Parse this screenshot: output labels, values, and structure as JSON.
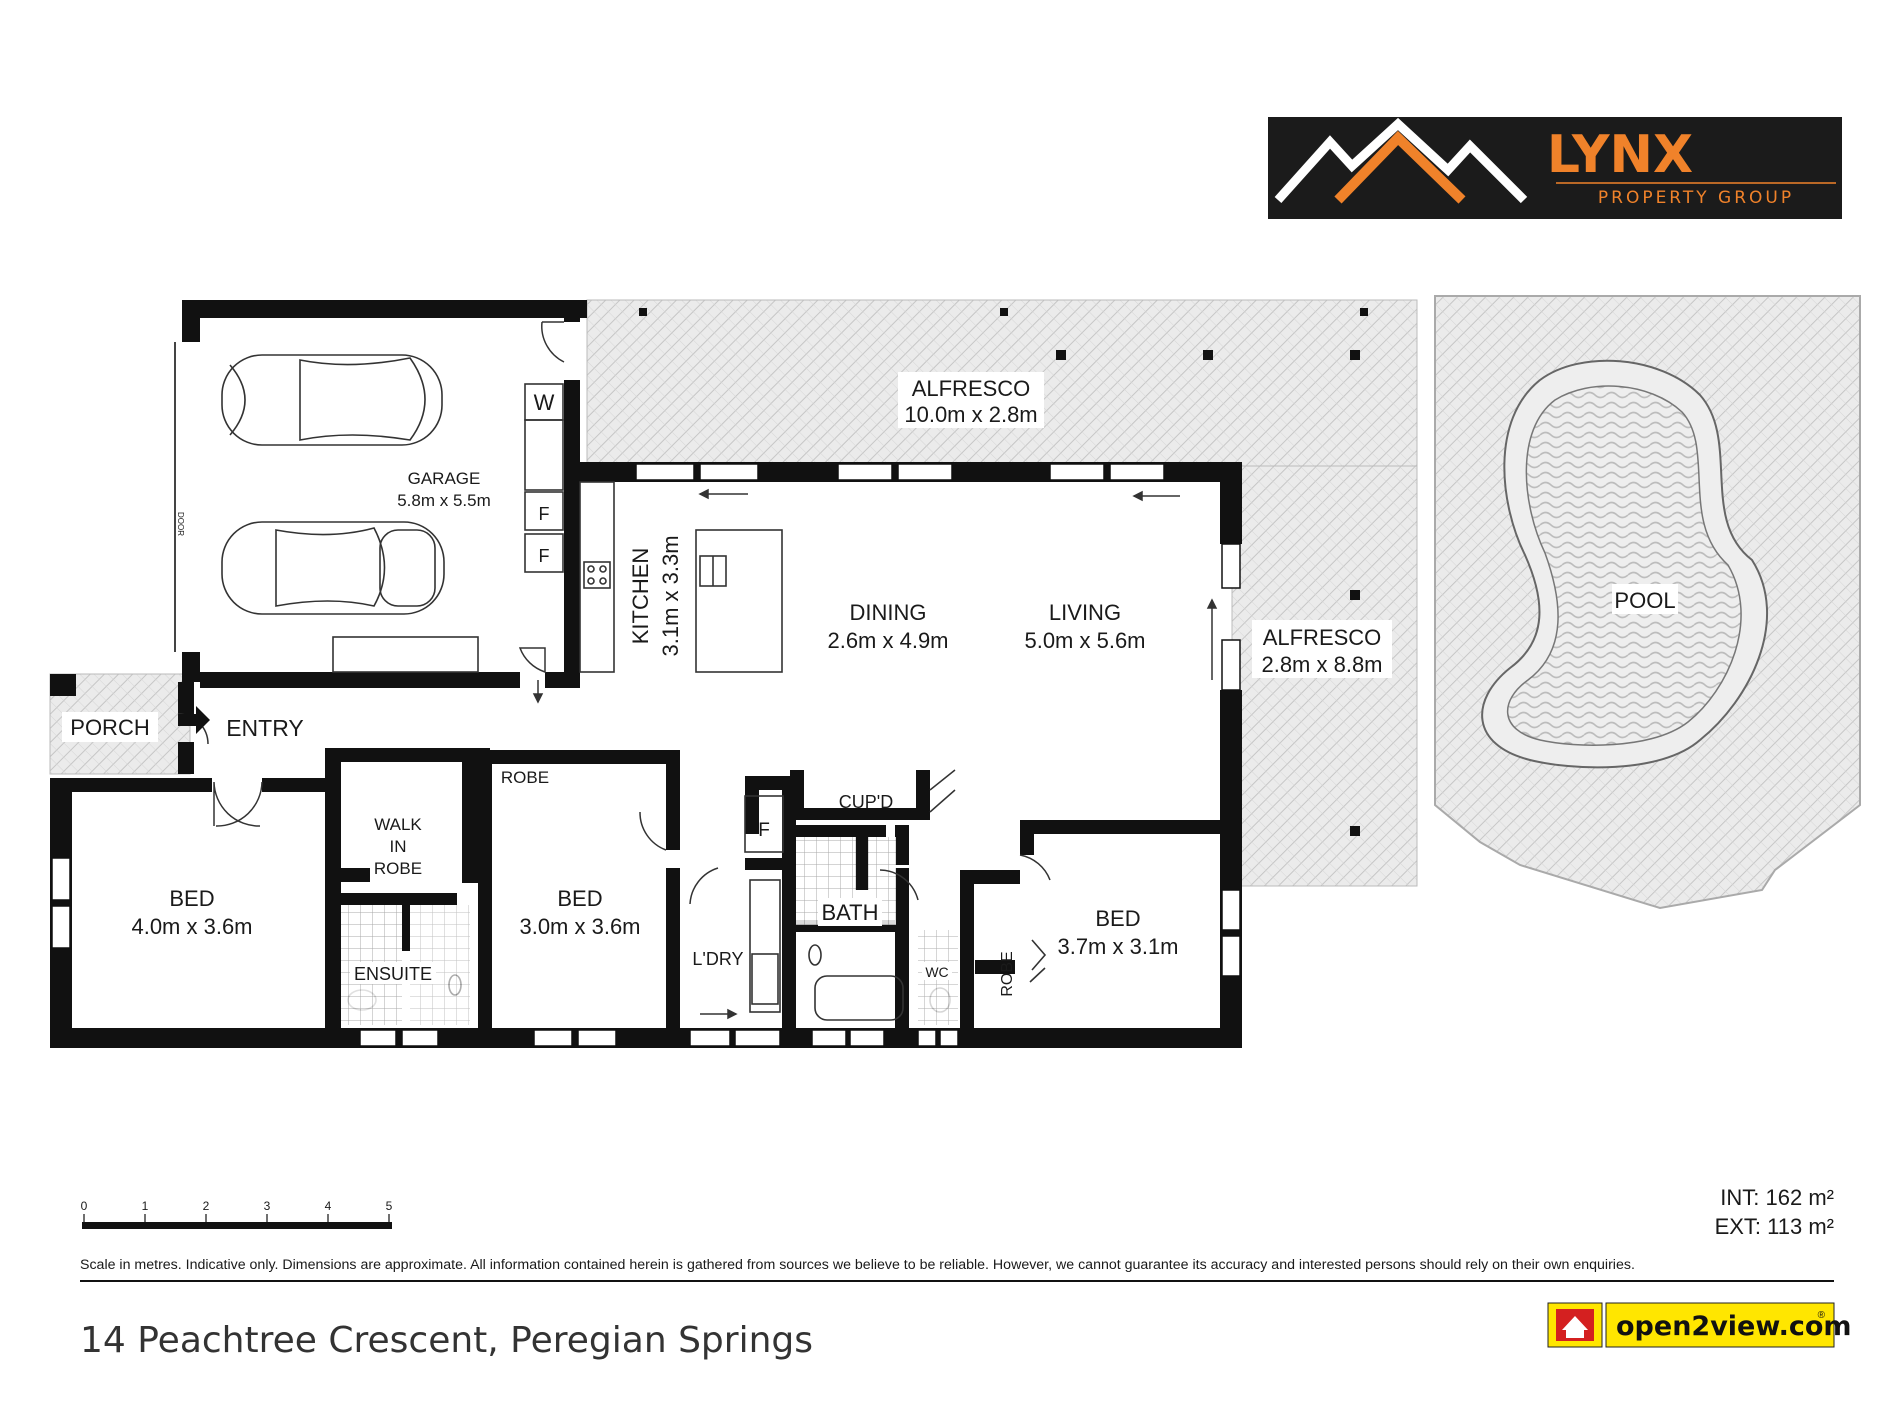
{
  "brand": {
    "name": "LYNX",
    "tagline": "PROPERTY GROUP",
    "accent": "#f0822a",
    "bg": "#1b1b1b"
  },
  "rooms": {
    "garage": {
      "name": "GARAGE",
      "dim": "5.8m x 5.5m",
      "door": "DOOR",
      "w": "W",
      "f1": "F",
      "f2": "F"
    },
    "alfresco_top": {
      "name": "ALFRESCO",
      "dim": "10.0m x 2.8m"
    },
    "alfresco_side": {
      "name": "ALFRESCO",
      "dim": "2.8m x 8.8m"
    },
    "pool": {
      "name": "POOL"
    },
    "kitchen": {
      "name": "KITCHEN",
      "dim": "3.1m x 3.3m"
    },
    "dining": {
      "name": "DINING",
      "dim": "2.6m x 4.9m"
    },
    "living": {
      "name": "LIVING",
      "dim": "5.0m x 5.6m"
    },
    "porch": {
      "name": "PORCH"
    },
    "entry": {
      "name": "ENTRY"
    },
    "robe_top": {
      "name": "ROBE"
    },
    "walk_in_robe": {
      "l1": "WALK",
      "l2": "IN",
      "l3": "ROBE"
    },
    "cupd": {
      "name": "CUP'D"
    },
    "fridge": {
      "name": "F"
    },
    "bed1": {
      "name": "BED",
      "dim": "4.0m x 3.6m"
    },
    "bed2": {
      "name": "BED",
      "dim": "3.0m x 3.6m"
    },
    "bed3": {
      "name": "BED",
      "dim": "3.7m x 3.1m"
    },
    "ensuite": {
      "name": "ENSUITE"
    },
    "bath": {
      "name": "BATH"
    },
    "laundry": {
      "name": "L'DRY"
    },
    "wc": {
      "name": "WC"
    },
    "robe_side": {
      "name": "ROBE"
    }
  },
  "scale": {
    "ticks": [
      "0",
      "1",
      "2",
      "3",
      "4",
      "5"
    ]
  },
  "areas": {
    "int": "INT: 162 m²",
    "ext": "EXT: 113 m²"
  },
  "disclaimer": "Scale in metres. Indicative only. Dimensions are approximate. All information contained herein is gathered from sources we believe to be reliable. However, we cannot guarantee its accuracy and interested persons should rely on their own enquiries.",
  "address": "14 Peachtree Crescent, Peregian Springs",
  "partner": {
    "name": "open2view.com",
    "mark": "®",
    "accent": "#ffe600"
  }
}
